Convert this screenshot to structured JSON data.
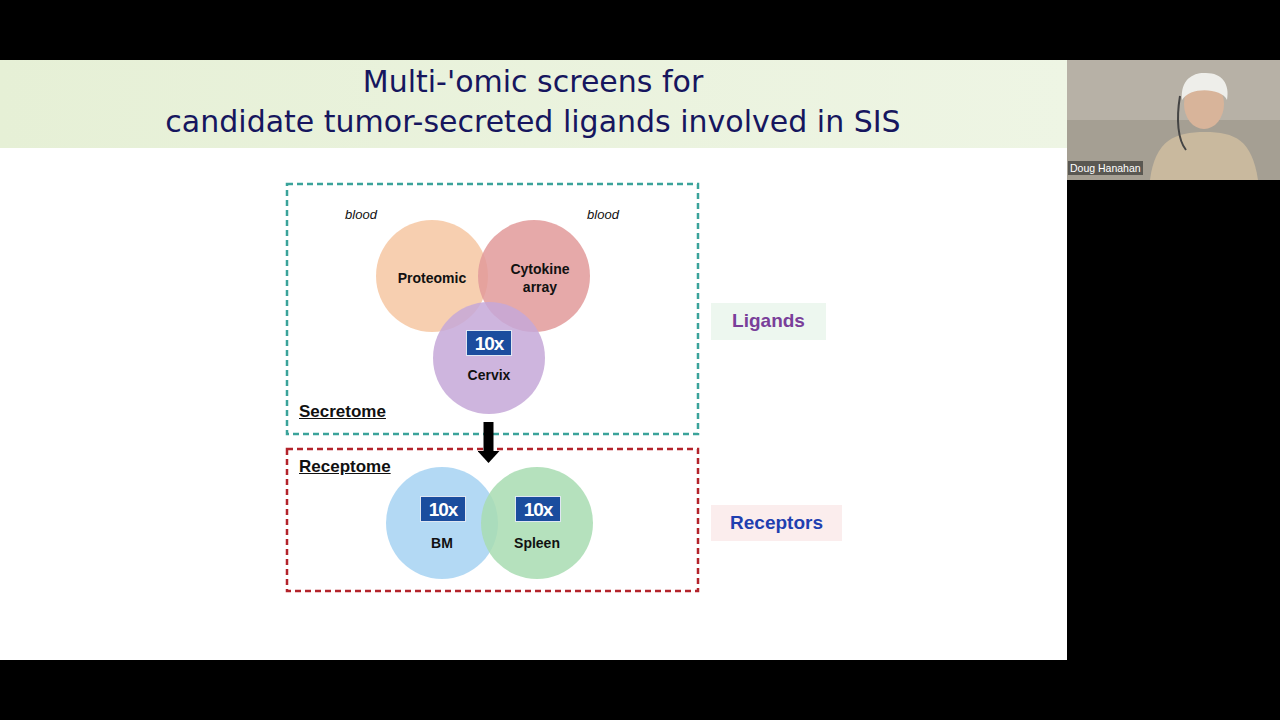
{
  "diagram": {
    "title": "Multi-'omic screens for candidate tumor-secreted ligands involved in SIS",
    "nodes": [
      {
        "text": [
          "Secretome"
        ]
      },
      {
        "text": [
          "Proteomic"
        ],
        "in": 0
      },
      {
        "text": [
          "Cytokine array"
        ],
        "in": 0
      },
      {
        "text": [
          "10x",
          "Cervix"
        ],
        "in": 0
      },
      {
        "text": [
          "Receptome"
        ]
      },
      {
        "text": [
          "10x",
          "BM"
        ],
        "in": 4
      },
      {
        "text": [
          "10x",
          "Spleen"
        ],
        "in": 4
      },
      {
        "text": [
          "Ligands"
        ]
      },
      {
        "text": [
          "Receptors"
        ]
      }
    ],
    "edges": [
      {
        "from": 0,
        "to": 4,
        "arrow": "to"
      }
    ],
    "labels": [
      "blood",
      "blood",
      "Doug Hanahan"
    ]
  }
}
